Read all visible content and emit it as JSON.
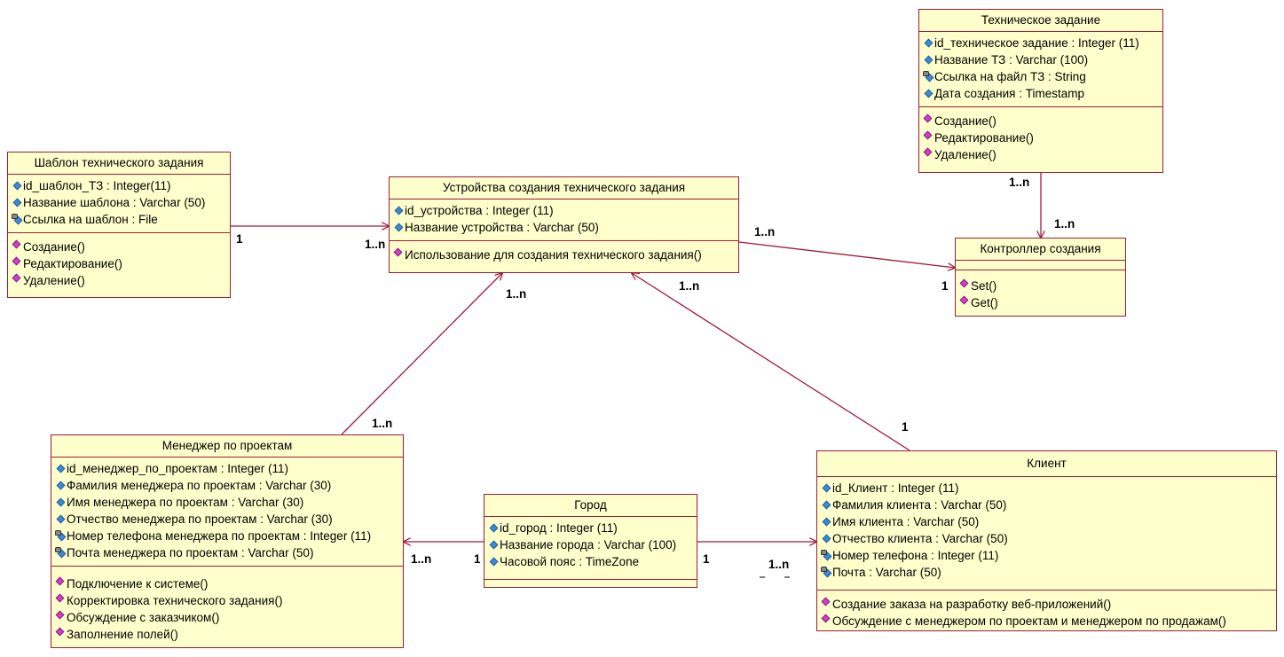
{
  "classes": {
    "tz": {
      "title": "Техническое задание",
      "attributes": [
        {
          "text": "id_техническое задание : Integer (11)",
          "icon": "attribute-icon"
        },
        {
          "text": "Название ТЗ : Varchar (100)",
          "icon": "attribute-icon"
        },
        {
          "text": "Ссылка на файл ТЗ : String",
          "icon": "protected-attribute-icon"
        },
        {
          "text": "Дата создания : Timestamp",
          "icon": "attribute-icon"
        }
      ],
      "operations": [
        "Создание()",
        "Редактирование()",
        "Удаление()"
      ]
    },
    "template": {
      "title": "Шаблон технического задания",
      "attributes": [
        {
          "text": "id_шаблон_ТЗ : Integer(11)",
          "icon": "attribute-icon"
        },
        {
          "text": "Название шаблона : Varchar (50)",
          "icon": "attribute-icon"
        },
        {
          "text": "Ссылка на шаблон : File",
          "icon": "protected-attribute-icon"
        }
      ],
      "operations": [
        "Создание()",
        "Редактирование()",
        "Удаление()"
      ]
    },
    "device": {
      "title": "Устройства создания технического задания",
      "attributes": [
        {
          "text": "id_устройства : Integer (11)",
          "icon": "attribute-icon"
        },
        {
          "text": "Название устройства : Varchar (50)",
          "icon": "attribute-icon"
        }
      ],
      "operations": [
        "Использование для создания технического задания()"
      ]
    },
    "controller": {
      "title": "Контроллер создания",
      "attributes": [],
      "operations": [
        "Set()",
        "Get()"
      ]
    },
    "manager": {
      "title": "Менеджер по проектам",
      "attributes": [
        {
          "text": "id_менеджер_по_проектам : Integer (11)",
          "icon": "attribute-icon"
        },
        {
          "text": "Фамилия менеджера по проектам : Varchar (30)",
          "icon": "attribute-icon"
        },
        {
          "text": "Имя менеджера по проектам : Varchar (30)",
          "icon": "attribute-icon"
        },
        {
          "text": "Отчество менеджера по проектам : Varchar (30)",
          "icon": "attribute-icon"
        },
        {
          "text": "Номер телефона менеджера по проектам : Integer (11)",
          "icon": "protected-attribute-icon"
        },
        {
          "text": "Почта менеджера по проектам : Varchar (50)",
          "icon": "protected-attribute-icon"
        }
      ],
      "operations": [
        "Подключение к системе()",
        "Корректировка технического задания()",
        "Обсуждение с заказчиком()",
        "Заполнение полей()"
      ]
    },
    "city": {
      "title": "Город",
      "attributes": [
        {
          "text": "id_город : Integer (11)",
          "icon": "attribute-icon"
        },
        {
          "text": "Название города : Varchar (100)",
          "icon": "attribute-icon"
        },
        {
          "text": "Часовой пояс : TimeZone",
          "icon": "attribute-icon"
        }
      ],
      "operations": []
    },
    "client": {
      "title": "Клиент",
      "attributes": [
        {
          "text": "id_Клиент : Integer (11)",
          "icon": "attribute-icon"
        },
        {
          "text": "Фамилия клиента : Varchar (50)",
          "icon": "attribute-icon"
        },
        {
          "text": "Имя клиента : Varchar (50)",
          "icon": "attribute-icon"
        },
        {
          "text": "Отчество клиента : Varchar (50)",
          "icon": "attribute-icon"
        },
        {
          "text": "Номер телефона : Integer (11)",
          "icon": "protected-attribute-icon"
        },
        {
          "text": "Почта : Varchar (50)",
          "icon": "protected-attribute-icon"
        }
      ],
      "operations": [
        "Создание заказа на разработку веб-приложений()",
        "Обсуждение с менеджером по проектам и менеджером по продажам()"
      ]
    }
  },
  "multiplicities": {
    "template_device_source": "1",
    "template_device_target": "1..n",
    "device_controller_source": "1..n",
    "device_controller_target": "1",
    "tz_controller_source": "1..n",
    "tz_controller_target": "1..n",
    "manager_device_source": "1..n",
    "manager_device_target": "1..n",
    "client_device_source": "1",
    "client_device_target": "1..n",
    "city_manager_source": "1",
    "city_manager_target": "1..n",
    "city_client_source": "1",
    "city_client_target": "1..n"
  },
  "colors": {
    "class_fill": "#ffffcc",
    "class_border": "#9e1b3a",
    "association_line": "#9e1b3a",
    "attribute_icon": "#3d8ad6",
    "operation_icon": "#d040c8"
  }
}
